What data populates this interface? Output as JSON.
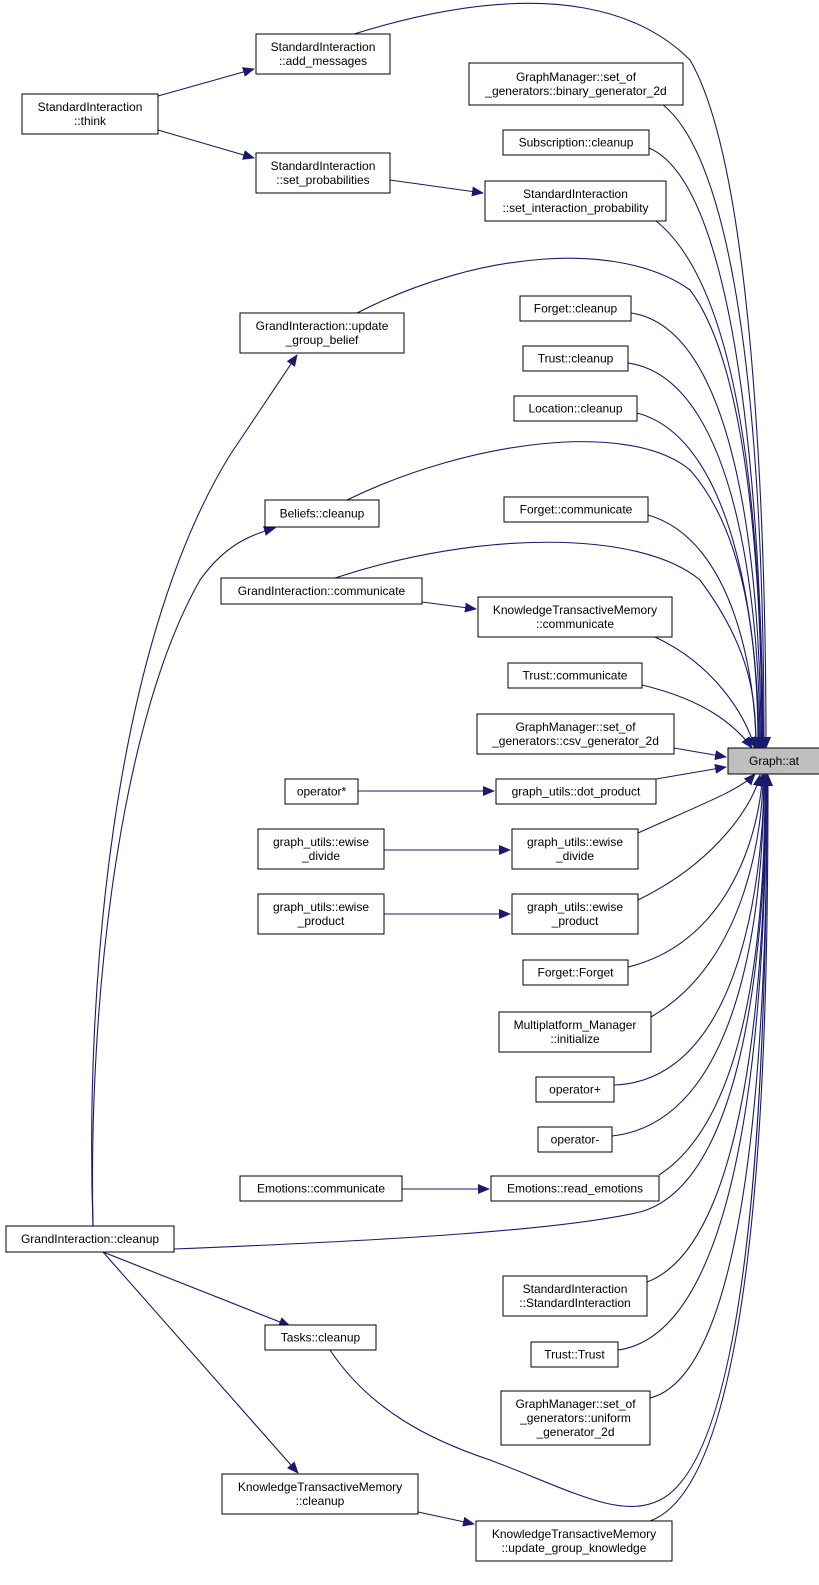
{
  "diagram": {
    "target": "Graph::at",
    "colors": {
      "edge": "#191970",
      "target_fill": "#bfbfbf",
      "node_stroke": "#000000"
    },
    "nodes": {
      "graph_at": [
        "Graph::at"
      ],
      "si_think": [
        "StandardInteraction",
        "::think"
      ],
      "si_add_messages": [
        "StandardInteraction",
        "::add_messages"
      ],
      "si_set_probabilities": [
        "StandardInteraction",
        "::set_probabilities"
      ],
      "gm_binary": [
        "GraphManager::set_of",
        "_generators::binary_generator_2d"
      ],
      "sub_cleanup": [
        "Subscription::cleanup"
      ],
      "si_set_interaction_probability": [
        "StandardInteraction",
        "::set_interaction_probability"
      ],
      "gi_update_group_belief": [
        "GrandInteraction::update",
        "_group_belief"
      ],
      "forget_cleanup": [
        "Forget::cleanup"
      ],
      "trust_cleanup": [
        "Trust::cleanup"
      ],
      "location_cleanup": [
        "Location::cleanup"
      ],
      "beliefs_cleanup": [
        "Beliefs::cleanup"
      ],
      "forget_communicate": [
        "Forget::communicate"
      ],
      "gi_communicate": [
        "GrandInteraction::communicate"
      ],
      "ktm_communicate": [
        "KnowledgeTransactiveMemory",
        "::communicate"
      ],
      "trust_communicate": [
        "Trust::communicate"
      ],
      "gm_csv": [
        "GraphManager::set_of",
        "_generators::csv_generator_2d"
      ],
      "operator_star": [
        "operator*"
      ],
      "gu_dot_product": [
        "graph_utils::dot_product"
      ],
      "gu_ewise_divide_left": [
        "graph_utils::ewise",
        "_divide"
      ],
      "gu_ewise_divide": [
        "graph_utils::ewise",
        "_divide"
      ],
      "gu_ewise_product_left": [
        "graph_utils::ewise",
        "_product"
      ],
      "gu_ewise_product": [
        "graph_utils::ewise",
        "_product"
      ],
      "forget_forget": [
        "Forget::Forget"
      ],
      "mp_initialize": [
        "Multiplatform_Manager",
        "::initialize"
      ],
      "operator_plus": [
        "operator+"
      ],
      "operator_minus": [
        "operator-"
      ],
      "emotions_communicate": [
        "Emotions::communicate"
      ],
      "emotions_read_emotions": [
        "Emotions::read_emotions"
      ],
      "gi_cleanup": [
        "GrandInteraction::cleanup"
      ],
      "si_constructor": [
        "StandardInteraction",
        "::StandardInteraction"
      ],
      "tasks_cleanup": [
        "Tasks::cleanup"
      ],
      "trust_trust": [
        "Trust::Trust"
      ],
      "gm_uniform": [
        "GraphManager::set_of",
        "_generators::uniform",
        "_generator_2d"
      ],
      "ktm_cleanup": [
        "KnowledgeTransactiveMemory",
        "::cleanup"
      ],
      "ktm_update_group_knowledge": [
        "KnowledgeTransactiveMemory",
        "::update_group_knowledge"
      ]
    }
  }
}
